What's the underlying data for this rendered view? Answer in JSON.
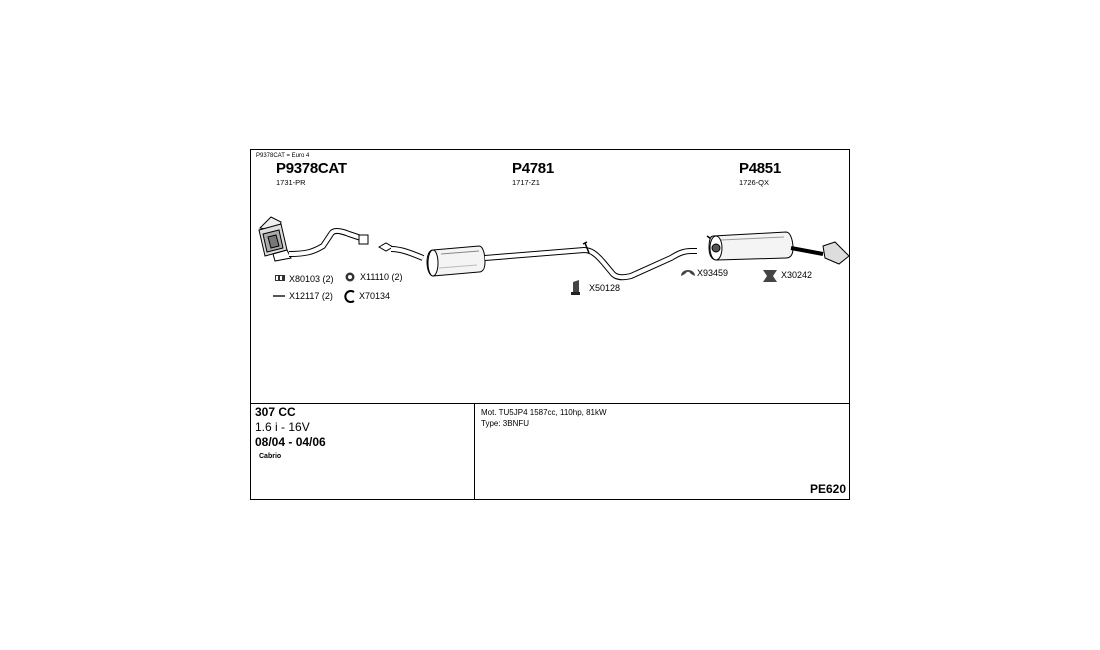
{
  "note": "P9378CAT = Euro 4",
  "parts": [
    {
      "code": "P9378CAT",
      "ref": "1731-PR"
    },
    {
      "code": "P4781",
      "ref": "1717-Z1"
    },
    {
      "code": "P4851",
      "ref": "1726-QX"
    }
  ],
  "accessories": [
    {
      "code": "X80103 (2)",
      "icon": "clamp-icon"
    },
    {
      "code": "X11110 (2)",
      "icon": "gasket-ring-icon"
    },
    {
      "code": "X12117 (2)",
      "icon": "bolt-icon"
    },
    {
      "code": "X70134",
      "icon": "clip-ring-icon"
    },
    {
      "code": "X50128",
      "icon": "bracket-icon"
    },
    {
      "code": "X93459",
      "icon": "rubber-hanger-icon"
    },
    {
      "code": "X30242",
      "icon": "mount-icon"
    }
  ],
  "vehicle": {
    "model": "307 CC",
    "variant": "1.6 i - 16V",
    "years": "08/04 - 04/06",
    "body": "Cabrio"
  },
  "specs": {
    "engine": "Mot. TU5JP4 1587cc, 110hp, 81kW",
    "type": "Type: 3BNFU"
  },
  "diagram_code": "PE620"
}
